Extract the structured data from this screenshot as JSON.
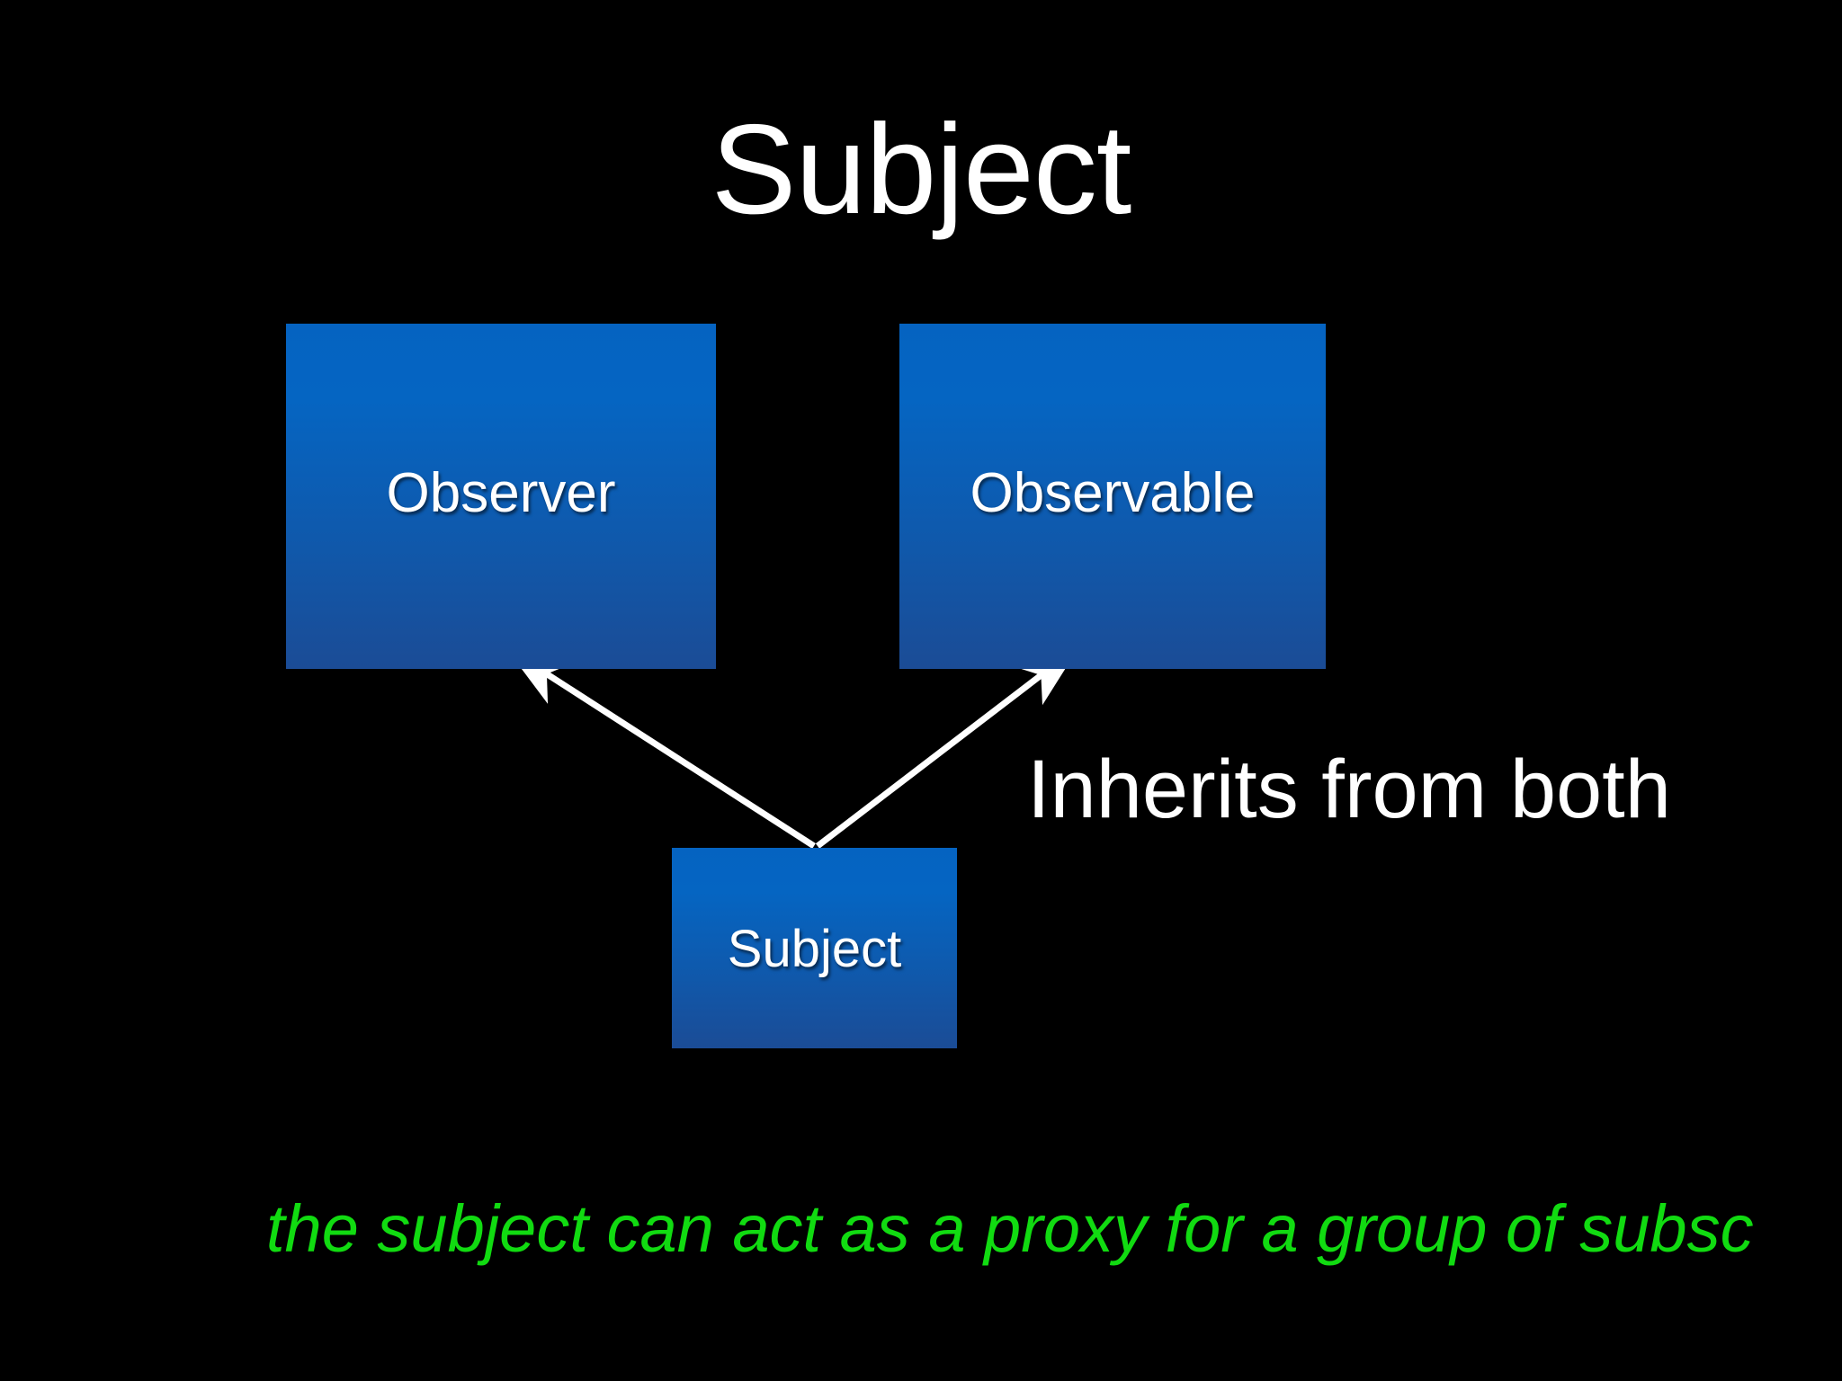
{
  "slide": {
    "title": "Subject",
    "background_color": "#000000",
    "title_color": "#FFFFFF"
  },
  "diagram": {
    "box_fill_top": "#0563C1",
    "box_fill_bottom": "#1B4C96",
    "box_text_color": "#FFFFFF",
    "connector_color": "#FFFFFF",
    "boxes": [
      {
        "id": "observer",
        "label": "Observer"
      },
      {
        "id": "observable",
        "label": "Observable"
      },
      {
        "id": "subject",
        "label": "Subject"
      }
    ],
    "connectors": [
      {
        "from": "subject",
        "to": "observer",
        "arrowhead": "open-arrow-icon"
      },
      {
        "from": "subject",
        "to": "observable",
        "arrowhead": "open-arrow-icon"
      }
    ]
  },
  "annotations": {
    "inherits_note": "Inherits from both",
    "inherits_note_color": "#FFFFFF",
    "caption": "the subject can act as a proxy for a group of subsc",
    "caption_color": "#11DB11"
  }
}
